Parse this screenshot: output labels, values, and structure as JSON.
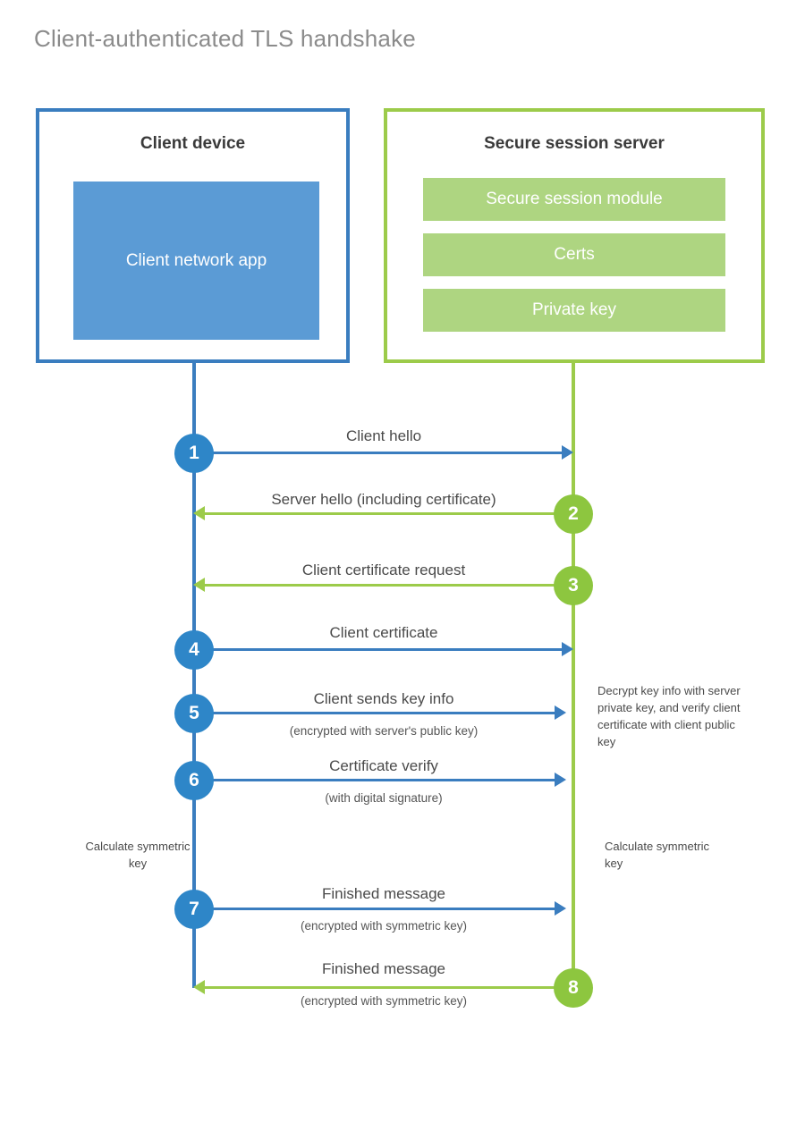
{
  "title": "Client-authenticated TLS handshake",
  "colors": {
    "client_border": "#3a7dbf",
    "client_fill": "#5b9bd5",
    "server_border": "#9ccb4a",
    "server_fill": "#aed581",
    "client_circle": "#2e86c8",
    "server_circle": "#8dc63f",
    "title_text": "#8b8b8b",
    "body_text": "#4a4a4a"
  },
  "client": {
    "title": "Client device",
    "app_label": "Client network app"
  },
  "server": {
    "title": "Secure session server",
    "components": [
      {
        "label": "Secure session module"
      },
      {
        "label": "Certs"
      },
      {
        "label": "Private key"
      }
    ]
  },
  "steps": [
    {
      "number": "1",
      "label": "Client hello",
      "sublabel": "",
      "direction": "client-to-server",
      "origin": "client"
    },
    {
      "number": "2",
      "label": "Server hello (including certificate)",
      "sublabel": "",
      "direction": "server-to-client",
      "origin": "server"
    },
    {
      "number": "3",
      "label": "Client certificate request",
      "sublabel": "",
      "direction": "server-to-client",
      "origin": "server"
    },
    {
      "number": "4",
      "label": "Client certificate",
      "sublabel": "",
      "direction": "client-to-server",
      "origin": "client"
    },
    {
      "number": "5",
      "label": "Client sends key info",
      "sublabel": "(encrypted with server's public key)",
      "direction": "client-to-server",
      "origin": "client"
    },
    {
      "number": "6",
      "label": "Certificate verify",
      "sublabel": "(with digital signature)",
      "direction": "client-to-server",
      "origin": "client"
    },
    {
      "number": "7",
      "label": "Finished message",
      "sublabel": "(encrypted with symmetric key)",
      "direction": "client-to-server",
      "origin": "client"
    },
    {
      "number": "8",
      "label": "Finished message",
      "sublabel": "(encrypted with symmetric key)",
      "direction": "server-to-client",
      "origin": "server"
    }
  ],
  "annotations": {
    "server_decrypt": "Decrypt key info with server private key, and verify client certificate with client public key",
    "client_calculate": "Calculate symmetric key",
    "server_calculate": "Calculate symmetric key"
  }
}
